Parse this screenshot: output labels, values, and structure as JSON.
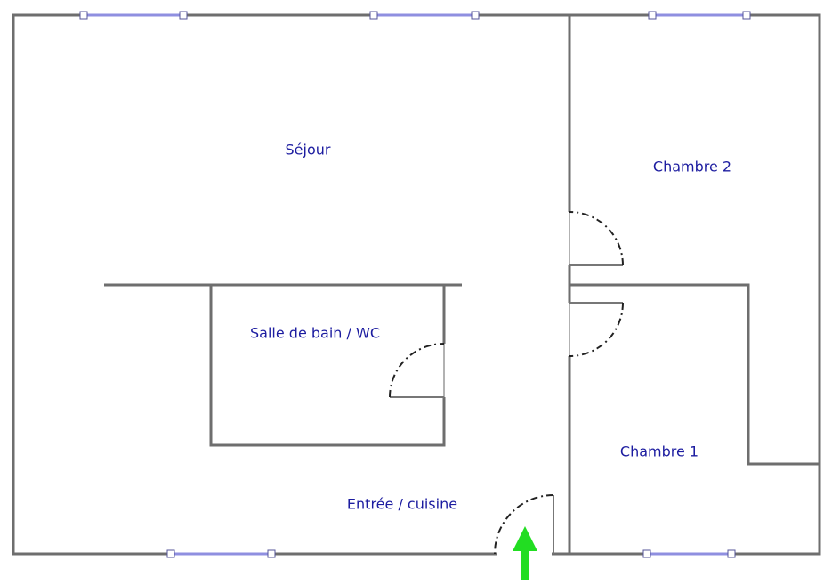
{
  "rooms": {
    "sejour": "Séjour",
    "chambre2": "Chambre 2",
    "salle_de_bain": "Salle de bain / WC",
    "chambre1": "Chambre 1",
    "entree": "Entrée / cuisine"
  },
  "colors": {
    "wall": "#6e6e6e",
    "window": "#8f8fe0",
    "label": "#1c1ca0",
    "entry_arrow": "#22dd22"
  },
  "icons": {
    "entry": "entry-arrow-icon"
  }
}
